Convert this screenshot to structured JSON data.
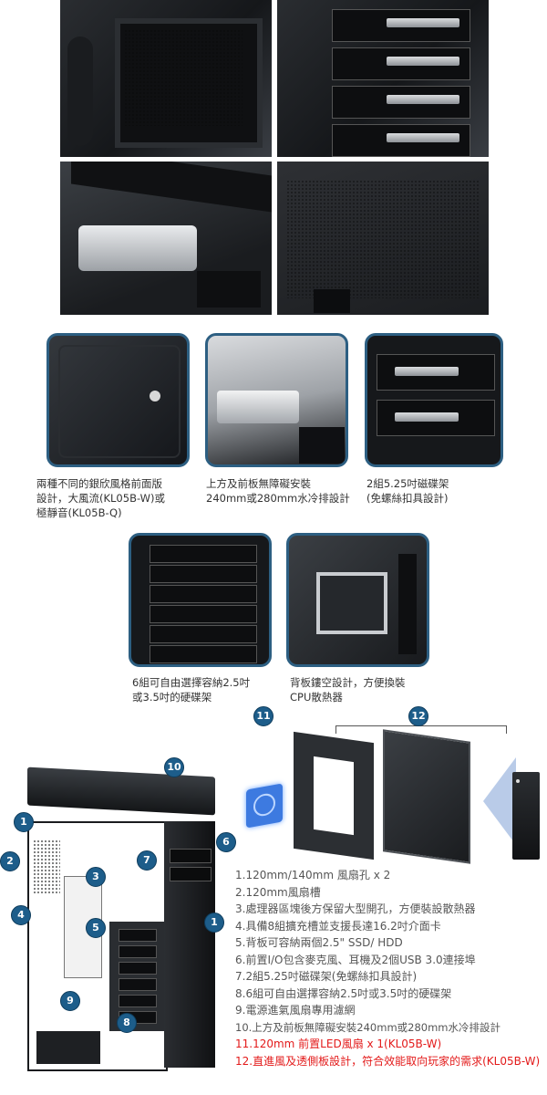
{
  "captions": {
    "front_panel": "兩種不同的銀欣風格前面版\n設計，大風流(KL05B-W)或\n極靜音(KL05B-Q)",
    "top_radiator": "上方及前板無障礙安裝\n240mm或280mm水冷排設計",
    "bays_525": "2組5.25吋磁碟架\n(免螺絲扣具設計)",
    "hdd_cage": "6組可自由選擇容納2.5吋\n或3.5吋的硬碟架",
    "backplate": "背板鏤空設計，方便換裝\nCPU散熱器"
  },
  "badges": [
    "1",
    "2",
    "3",
    "4",
    "5",
    "6",
    "7",
    "8",
    "9",
    "10",
    "11",
    "12"
  ],
  "features": [
    "1.120mm/140mm 風扇孔 x 2",
    "2.120mm風扇槽",
    "3.處理器區塊後方保留大型開孔，方便裝設散熱器",
    "4.具備8組擴充槽並支援長達16.2吋介面卡",
    "5.背板可容納兩個2.5\" SSD/ HDD",
    "6.前置I/O包含麥克風、耳機及2個USB 3.0連接埠",
    "7.2組5.25吋磁碟架(免螺絲扣具設計)",
    "8.6組可自由選擇容納2.5吋或3.5吋的硬碟架",
    "9.電源進氣風扇專用濾網",
    "10.上方及前板無障礙安裝240mm或280mm水冷排設計"
  ],
  "features_highlight": [
    "11.120mm 前置LED風扇 x 1(KL05B-W)",
    "12.直進風及透側板設計，符合效能取向玩家的需求(KL05B-W)"
  ],
  "colors": {
    "frame_blue": "#2d5f82",
    "badge_blue": "#1d5d8a",
    "highlight_red": "#e31a1a",
    "text_gray": "#555555"
  }
}
